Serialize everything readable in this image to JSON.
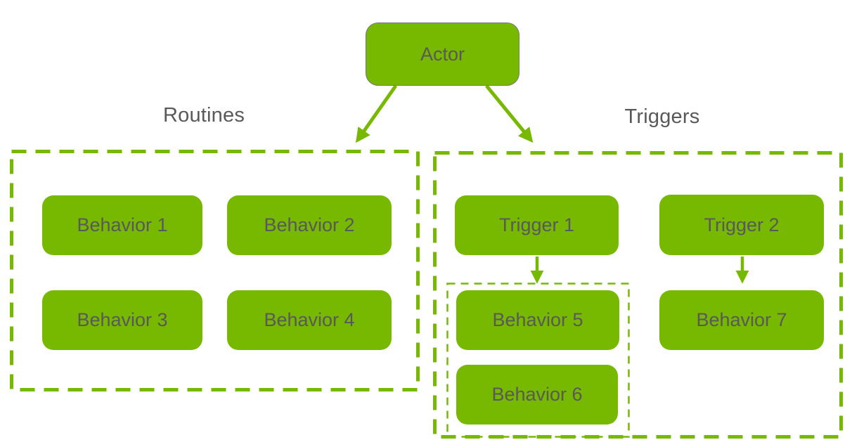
{
  "diagram": {
    "actor": {
      "label": "Actor"
    },
    "groups": {
      "routines": {
        "title": "Routines",
        "nodes": [
          "Behavior 1",
          "Behavior 2",
          "Behavior 3",
          "Behavior 4"
        ]
      },
      "triggers": {
        "title": "Triggers",
        "nodes": [
          "Trigger 1",
          "Trigger 2",
          "Behavior 5",
          "Behavior 6",
          "Behavior 7"
        ]
      }
    },
    "edges": [
      {
        "from": "Actor",
        "to": "Routines"
      },
      {
        "from": "Actor",
        "to": "Triggers"
      },
      {
        "from": "Trigger 1",
        "to": "Behavior 5"
      },
      {
        "from": "Trigger 2",
        "to": "Behavior 7"
      }
    ],
    "colors": {
      "node_fill": "#76b900",
      "dashed_border": "#76b900",
      "arrow": "#76b900",
      "node_text": "#595959",
      "title_text": "#595959",
      "actor_border": "#757575"
    }
  }
}
